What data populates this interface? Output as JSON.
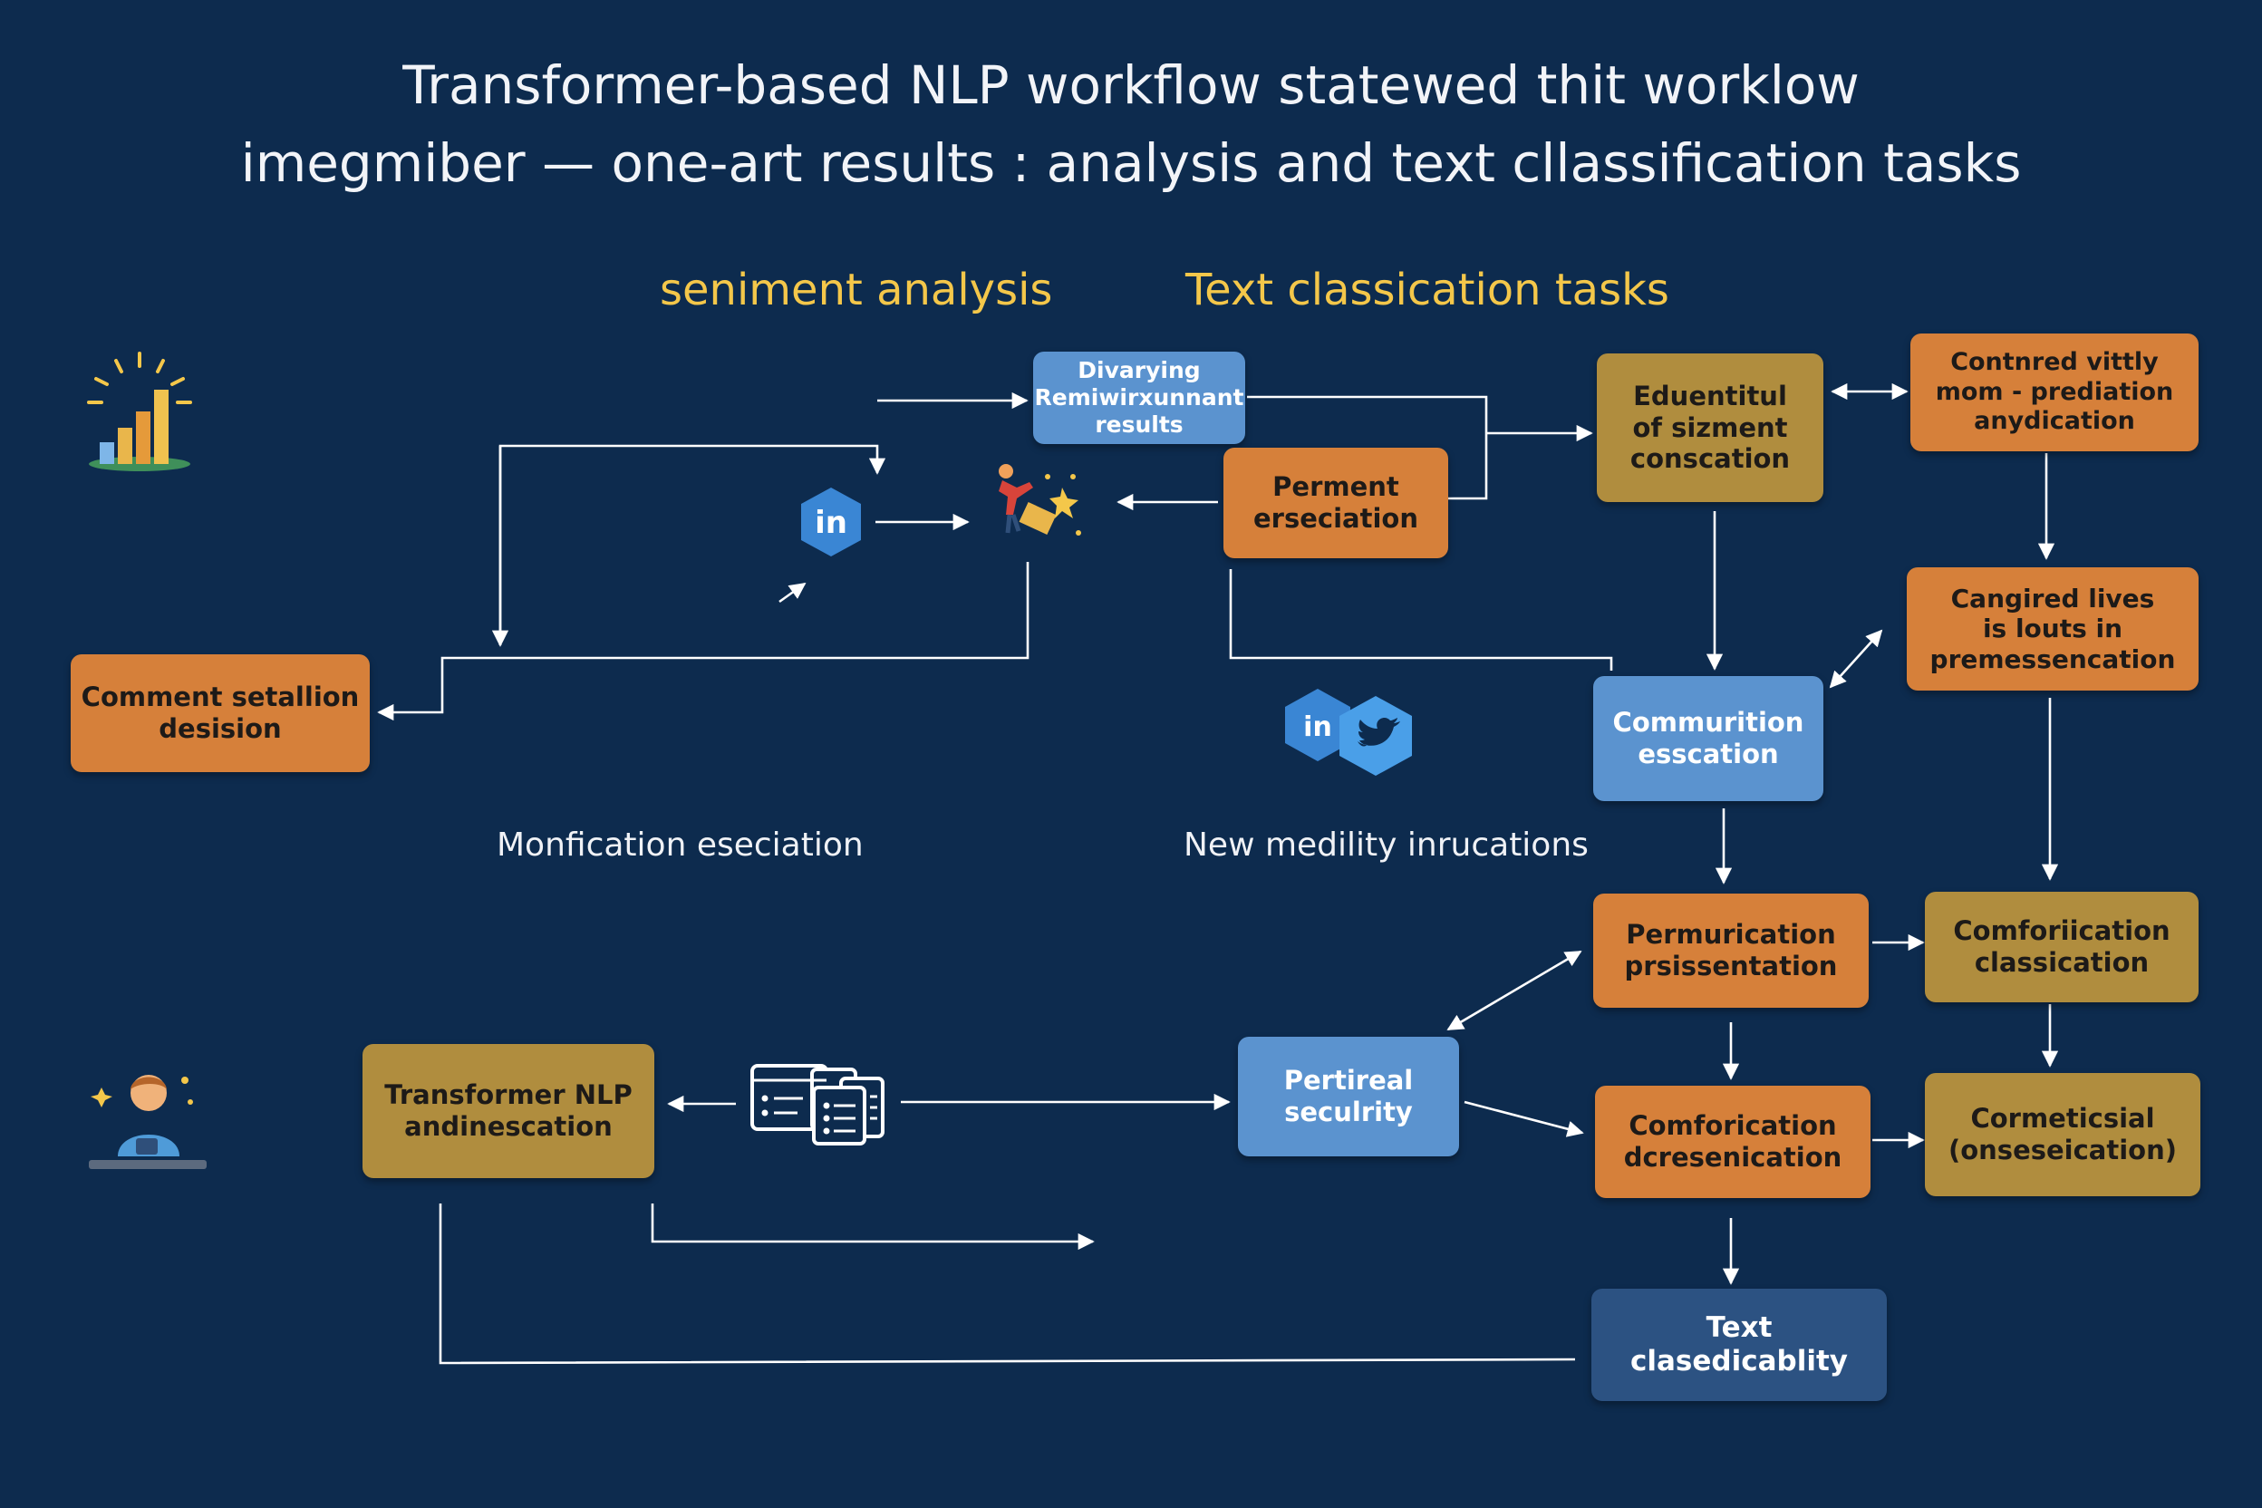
{
  "title": {
    "line1": "Transformer-based NLP workflow statewed thit worklow",
    "line2": "imegmiber — one-art results : analysis and text cllassification tasks"
  },
  "sections": {
    "left": "seniment analysis",
    "right": "Text classication tasks"
  },
  "captions": {
    "left": "Monfication eseciation",
    "right": "New medility inrucations"
  },
  "boxes": {
    "diverging": "Divarying\nRemiwirxunnant\nresults",
    "perment": "Perment\nerseciation",
    "comment": "Comment setallion\ndesision",
    "eduential": "Eduentitul\nof sizment\nconscation",
    "contnred": "Contnred vittly\nmom - prediation\nanydication",
    "cangired": "Cangired lives\nis louts in\npremessencation",
    "communition": "Commurition\nesscation",
    "permurication": "Permurication\nprsissentation",
    "comfor_class": "Comforiication\nclassication",
    "pertireal": "Pertireal\nseculrity",
    "comfor_dcres": "Comforication\ndcresenication",
    "cormeticsial": "Cormeticsial\n(onseseication)",
    "transformer": "Transformer NLP\nandinescation",
    "text_clas": "Text clasedicablity"
  },
  "icons": {
    "linkedin_label": "in",
    "linkedin2_label": "in"
  },
  "colors": {
    "background": "#0d2b4e",
    "orange": "#d6803a",
    "gold": "#b08d3e",
    "blue": "#5b93cf",
    "navy": "#2c5282",
    "accent_text": "#f4c74a"
  }
}
